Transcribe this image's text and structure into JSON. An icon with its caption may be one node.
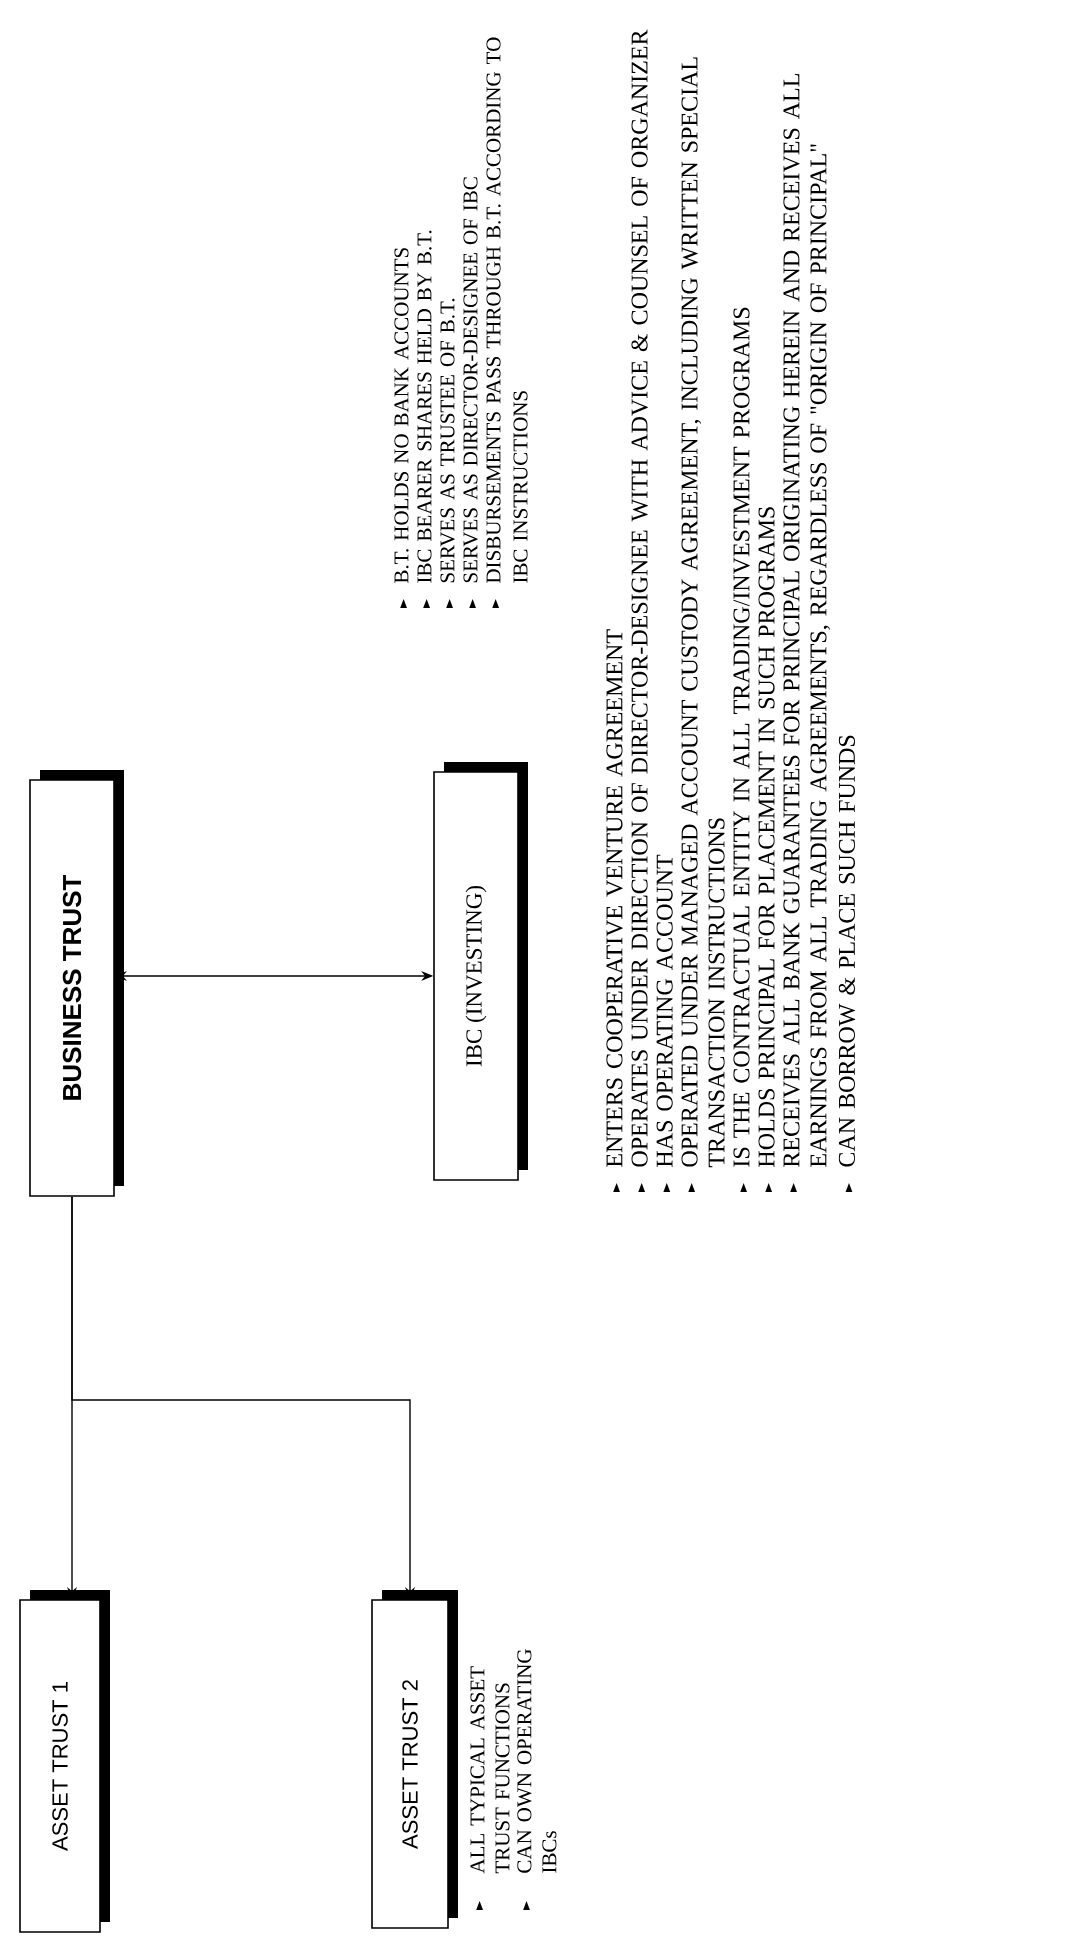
{
  "diagram": {
    "nodes": [
      {
        "text": [
          "BUSINESS TRUST"
        ]
      },
      {
        "text": [
          "ASSET TRUST 1"
        ]
      },
      {
        "text": [
          "ASSET TRUST 2"
        ]
      },
      {
        "text": [
          "IBC (INVESTING)"
        ]
      }
    ],
    "edges": [
      {
        "from": 0,
        "to": 1,
        "arrow": "to"
      },
      {
        "from": 0,
        "to": 2,
        "arrow": "to"
      },
      {
        "from": 0,
        "to": 3,
        "arrow": "both"
      }
    ],
    "labels": [
      "B.T. HOLDS NO BANK ACCOUNTS",
      "IBC BEARER SHARES HELD BY B.T.",
      "SERVES AS TRUSTEE OF B.T.",
      "SERVES AS DIRECTOR-DESIGNEE OF IBC",
      "DISBURSEMENTS PASS THROUGH B.T. ACCORDING TO IBC INSTRUCTIONS",
      "ENTERS COOPERATIVE VENTURE AGREEMENT",
      "OPERATES UNDER DIRECTION OF DIRECTOR-DESIGNEE WITH ADVICE & COUNSEL OF ORGANIZER",
      "HAS OPERATING ACCOUNT",
      "OPERATED UNDER MANAGED ACCOUNT CUSTODY AGREEMENT, INCLUDING WRITTEN SPECIAL TRANSACTION INSTRUCTIONS",
      "IS THE CONTRACTUAL ENTITY IN ALL TRADING/INVESTMENT PROGRAMS",
      "HOLDS PRINCIPAL FOR PLACEMENT IN SUCH PROGRAMS",
      "RECEIVES ALL BANK GUARANTEES FOR PRINCIPAL ORIGINATING HEREIN AND RECEIVES ALL EARNINGS FROM ALL TRADING AGREEMENTS, REGARDLESS OF \"ORIGIN OF PRINCIPAL\"",
      "CAN BORROW & PLACE SUCH FUNDS",
      "ALL TYPICAL ASSET TRUST FUNCTIONS",
      "CAN OWN OPERATING IBCs"
    ]
  }
}
